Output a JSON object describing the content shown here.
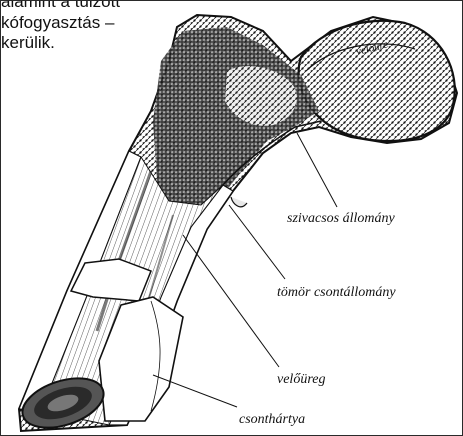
{
  "intro_lines": [
    "alamint a túlzott",
    "kófogyasztás –",
    "kerülik."
  ],
  "labels": {
    "spongy": "szivacsos állomány",
    "compact": "tömör csontállomány",
    "marrow": "velőüreg",
    "periosteum": "csonthártya"
  },
  "head_text": "velöure",
  "colors": {
    "ink": "#111111",
    "border": "#2a2a2a"
  }
}
